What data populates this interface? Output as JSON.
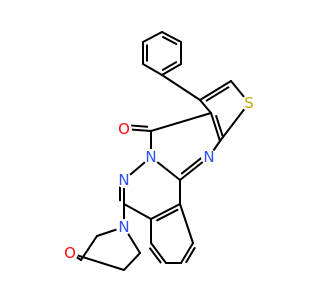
{
  "atoms": {
    "O": {
      "symbol": "O",
      "color": "#ff0d0d"
    },
    "N_top": {
      "symbol": "N",
      "color": "#3050f8"
    },
    "N_pyr": {
      "symbol": "N",
      "color": "#3050f8"
    },
    "N_left": {
      "symbol": "N",
      "color": "#3050f8"
    },
    "N_morph": {
      "symbol": "N",
      "color": "#3050f8"
    },
    "O_morph": {
      "symbol": "O",
      "color": "#ff0d0d"
    },
    "S": {
      "symbol": "S",
      "color": "#c6a800"
    }
  }
}
